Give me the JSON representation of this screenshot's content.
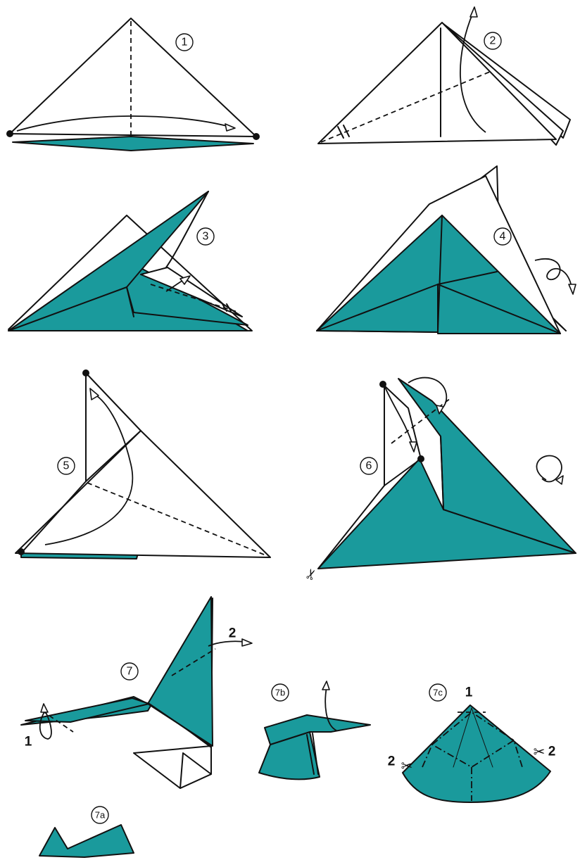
{
  "colors": {
    "paper": "#ffffff",
    "teal": "#1a9a9c",
    "ink": "#111111"
  },
  "steps": [
    {
      "label": "1"
    },
    {
      "label": "2"
    },
    {
      "label": "3"
    },
    {
      "label": "4"
    },
    {
      "label": "5"
    },
    {
      "label": "6"
    },
    {
      "label": "7"
    },
    {
      "label": "7a"
    },
    {
      "label": "7b"
    },
    {
      "label": "7c"
    }
  ],
  "markers": {
    "step7_fold1": "1",
    "step7_fold2": "2",
    "step7c_top": "1",
    "step7c_left": "2",
    "step7c_right": "2"
  },
  "icons": {
    "scissors": "✂"
  }
}
